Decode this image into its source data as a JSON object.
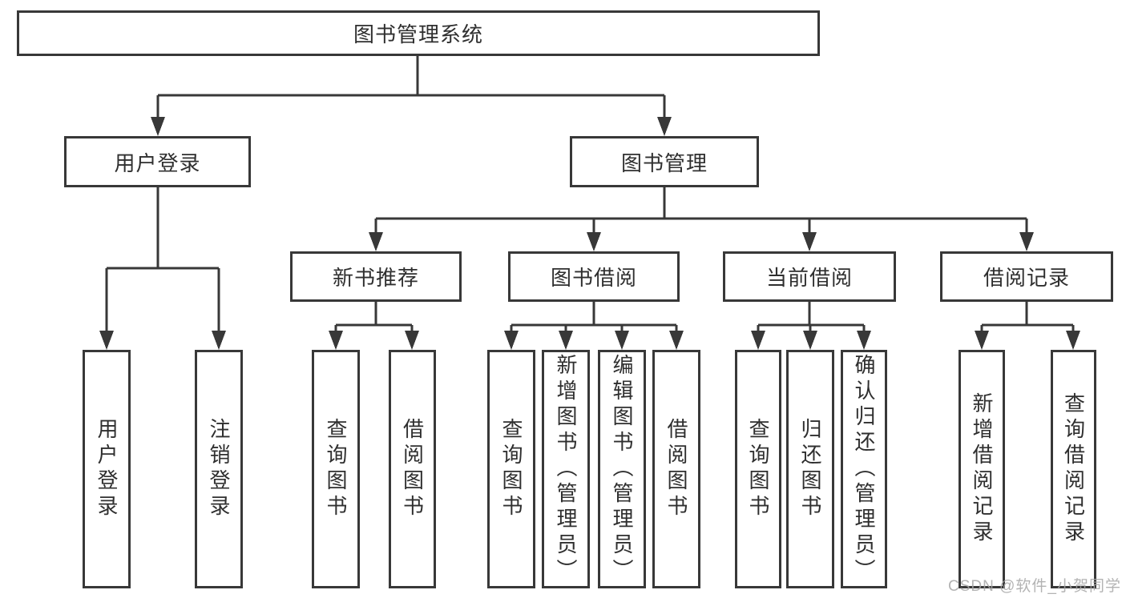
{
  "diagram": {
    "type": "hierarchy-chart",
    "title": "图书管理系统",
    "colors": {
      "line": "#383838",
      "text": "#2f2f2f",
      "box_background": "#ffffff",
      "watermark": "#a6a6a6"
    },
    "watermark": "CSDN @软件_小贺同学",
    "nodes": {
      "root": {
        "label": "图书管理系统",
        "children": [
          "user_login",
          "book_mgmt"
        ]
      },
      "user_login": {
        "label": "用户登录",
        "children": [
          "login",
          "logout"
        ]
      },
      "book_mgmt": {
        "label": "图书管理",
        "children": [
          "new_rec",
          "book_borrow",
          "cur_borrow",
          "borrow_rec"
        ]
      },
      "new_rec": {
        "label": "新书推荐",
        "children": [
          "rec_query",
          "rec_borrow"
        ]
      },
      "book_borrow": {
        "label": "图书借阅",
        "children": [
          "bb_query",
          "bb_add",
          "bb_edit",
          "bb_borrow"
        ]
      },
      "cur_borrow": {
        "label": "当前借阅",
        "children": [
          "cb_query",
          "cb_return",
          "cb_confirm"
        ]
      },
      "borrow_rec": {
        "label": "借阅记录",
        "children": [
          "br_add",
          "br_query"
        ]
      },
      "login": {
        "label": "用户登录",
        "children": []
      },
      "logout": {
        "label": "注销登录",
        "children": []
      },
      "rec_query": {
        "label": "查询图书",
        "children": []
      },
      "rec_borrow": {
        "label": "借阅图书",
        "children": []
      },
      "bb_query": {
        "label": "查询图书",
        "children": []
      },
      "bb_add": {
        "label": "新增图书（管理员）",
        "children": []
      },
      "bb_edit": {
        "label": "编辑图书（管理员）",
        "children": []
      },
      "bb_borrow": {
        "label": "借阅图书",
        "children": []
      },
      "cb_query": {
        "label": "查询图书",
        "children": []
      },
      "cb_return": {
        "label": "归还图书",
        "children": []
      },
      "cb_confirm": {
        "label": "确认归还（管理员）",
        "children": []
      },
      "br_add": {
        "label": "新增借阅记录",
        "children": []
      },
      "br_query": {
        "label": "查询借阅记录",
        "children": []
      }
    }
  }
}
